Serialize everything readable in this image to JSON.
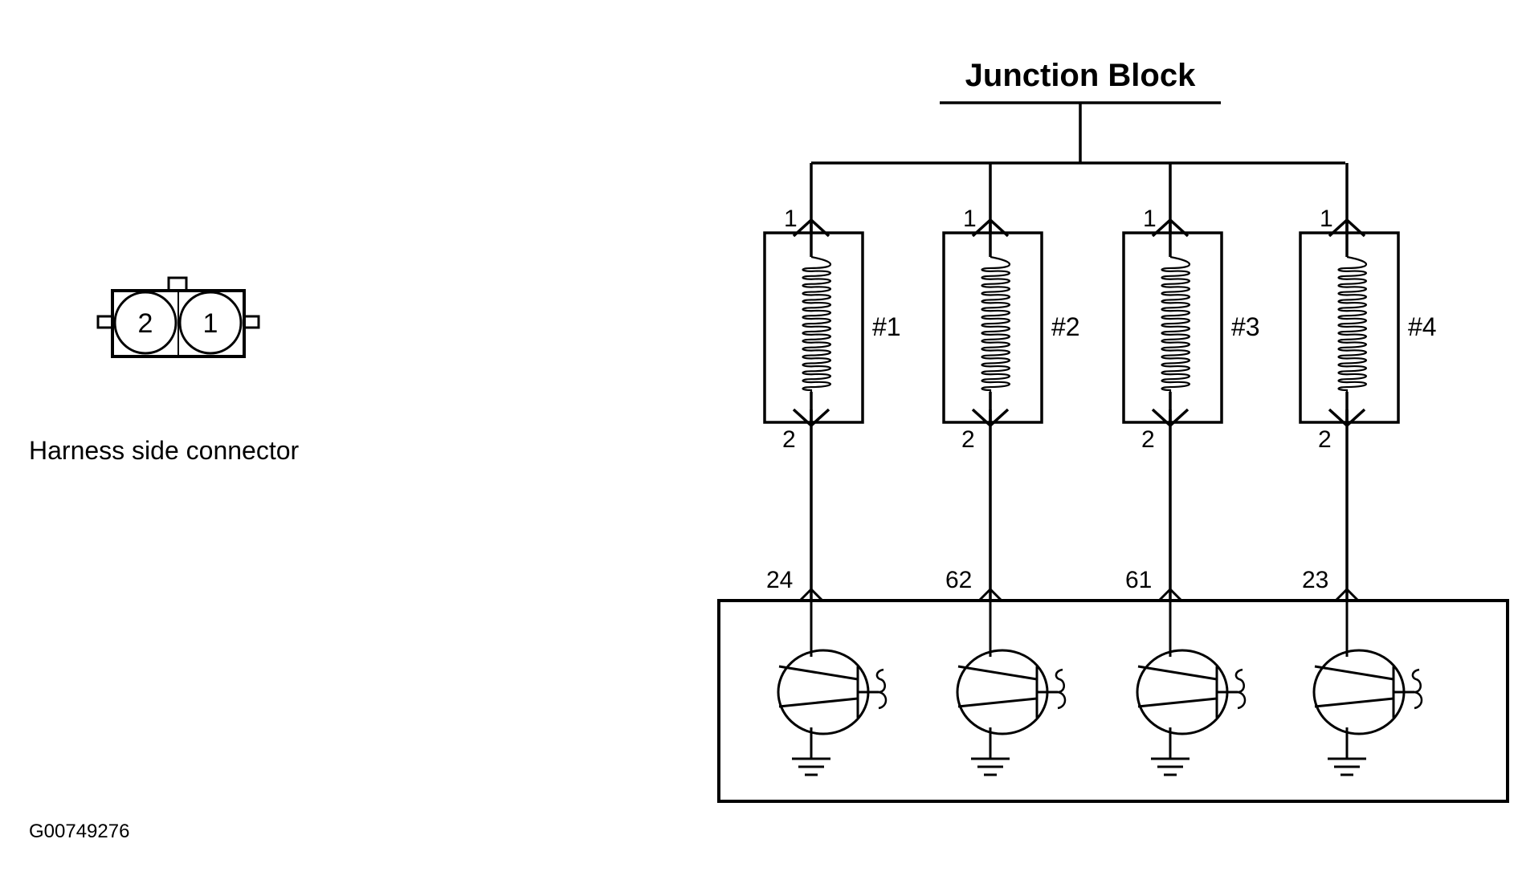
{
  "diagram": {
    "title": "Junction Block",
    "connector": {
      "caption": "Harness side connector",
      "pins": [
        {
          "id": "pin-2",
          "label": "2"
        },
        {
          "id": "pin-1",
          "label": "1"
        }
      ]
    },
    "coils": [
      {
        "name": "#1",
        "top_pin": "1",
        "bottom_pin": "2",
        "ecm_pin": "24"
      },
      {
        "name": "#2",
        "top_pin": "1",
        "bottom_pin": "2",
        "ecm_pin": "62"
      },
      {
        "name": "#3",
        "top_pin": "1",
        "bottom_pin": "2",
        "ecm_pin": "61"
      },
      {
        "name": "#4",
        "top_pin": "1",
        "bottom_pin": "2",
        "ecm_pin": "23"
      }
    ],
    "figure_id": "G00749276"
  }
}
